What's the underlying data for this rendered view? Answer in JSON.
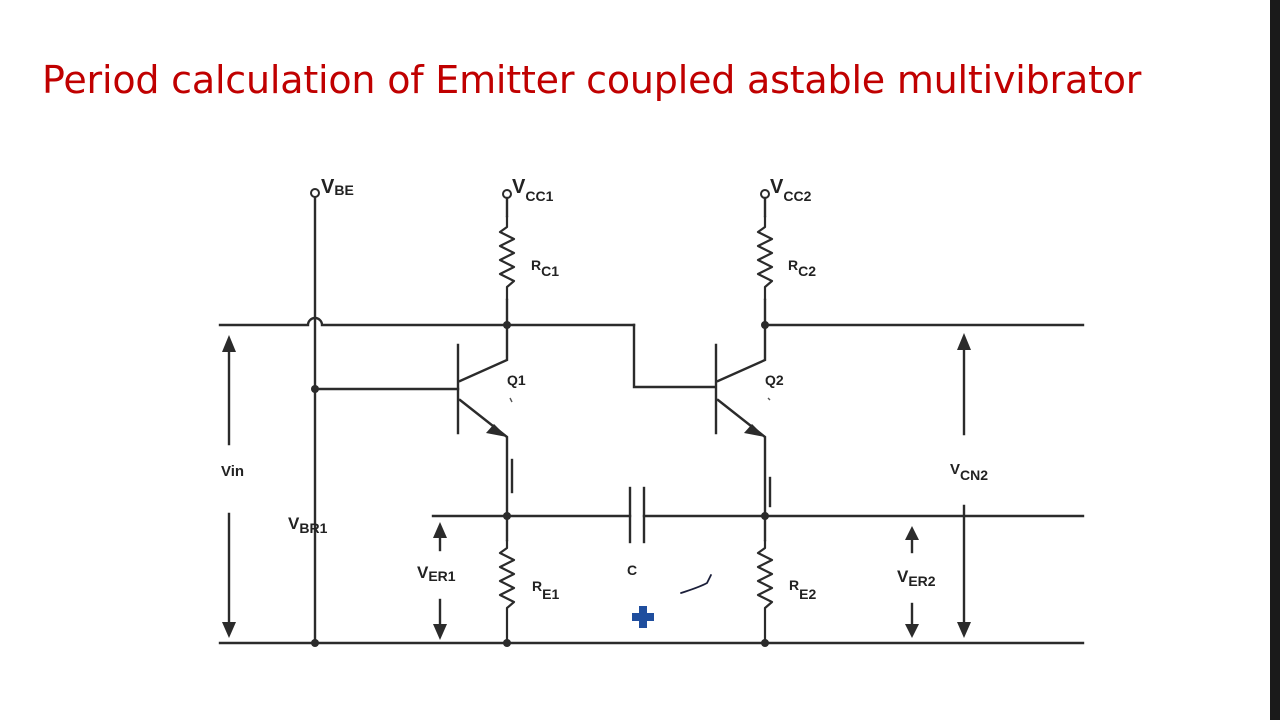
{
  "slide": {
    "title": "Period calculation of Emitter coupled astable multivibrator",
    "title_color": "#c00000"
  },
  "circuit": {
    "supplies": {
      "vbe": {
        "main": "V",
        "sub": "BE"
      },
      "vcc1": {
        "main": "V",
        "sub": "CC1"
      },
      "vcc2": {
        "main": "V",
        "sub": "CC2"
      }
    },
    "resistors": {
      "rc1": {
        "main": "R",
        "sub": "C1"
      },
      "rc2": {
        "main": "R",
        "sub": "C2"
      },
      "re1": {
        "main": "R",
        "sub": "E1"
      },
      "re2": {
        "main": "R",
        "sub": "E2"
      }
    },
    "transistors": {
      "q1": "Q1",
      "q2": "Q2"
    },
    "capacitor": "C",
    "voltages": {
      "vin": "Vin",
      "vbr1": {
        "main": "V",
        "sub": "BR1"
      },
      "ver1": {
        "main": "V",
        "sub": "ER1"
      },
      "ver2": {
        "main": "V",
        "sub": "ER2"
      },
      "vcn2": {
        "main": "V",
        "sub": "CN2"
      }
    },
    "wire_color": "#2b2b2b",
    "cursor_color": "#1f4e9e"
  }
}
